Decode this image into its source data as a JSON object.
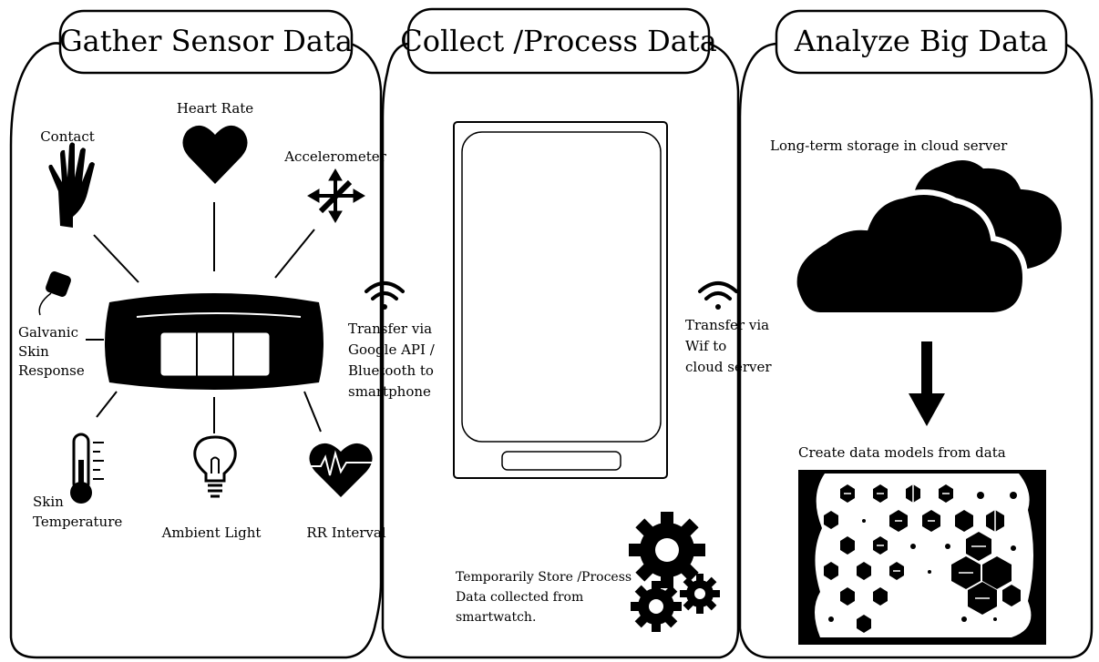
{
  "stages": {
    "gather": "Gather Sensor Data",
    "collect": "Collect /Process Data",
    "analyze": "Analyze Big Data"
  },
  "sensors": {
    "contact": "Contact",
    "heart_rate": "Heart Rate",
    "accelerometer": "Accelerometer",
    "galvanic": [
      "Galvanic",
      "Skin",
      "Response"
    ],
    "skin_temp": [
      "Skin",
      "Temperature"
    ],
    "ambient_light": "Ambient Light",
    "rr_interval": "RR Interval"
  },
  "transfers": {
    "to_phone": [
      "Transfer via",
      "Google API /",
      "Bluetooth to",
      "smartphone"
    ],
    "to_cloud": [
      "Transfer via",
      "Wif  to",
      "cloud server"
    ]
  },
  "process_note": [
    "Temporarily Store /Process",
    "Data collected from",
    "smartwatch."
  ],
  "analyze": {
    "storage": "Long-term storage in cloud server",
    "models": "Create data models from data"
  },
  "icons": [
    "hand-icon",
    "heart-icon",
    "move-arrows-icon",
    "electrode-icon",
    "thermometer-icon",
    "lightbulb-icon",
    "heartbeat-icon",
    "wifi-icon",
    "gears-icon",
    "cloud-icon",
    "down-arrow-icon",
    "hexagon-map-icon",
    "smartwatch-icon",
    "smartphone-icon"
  ]
}
